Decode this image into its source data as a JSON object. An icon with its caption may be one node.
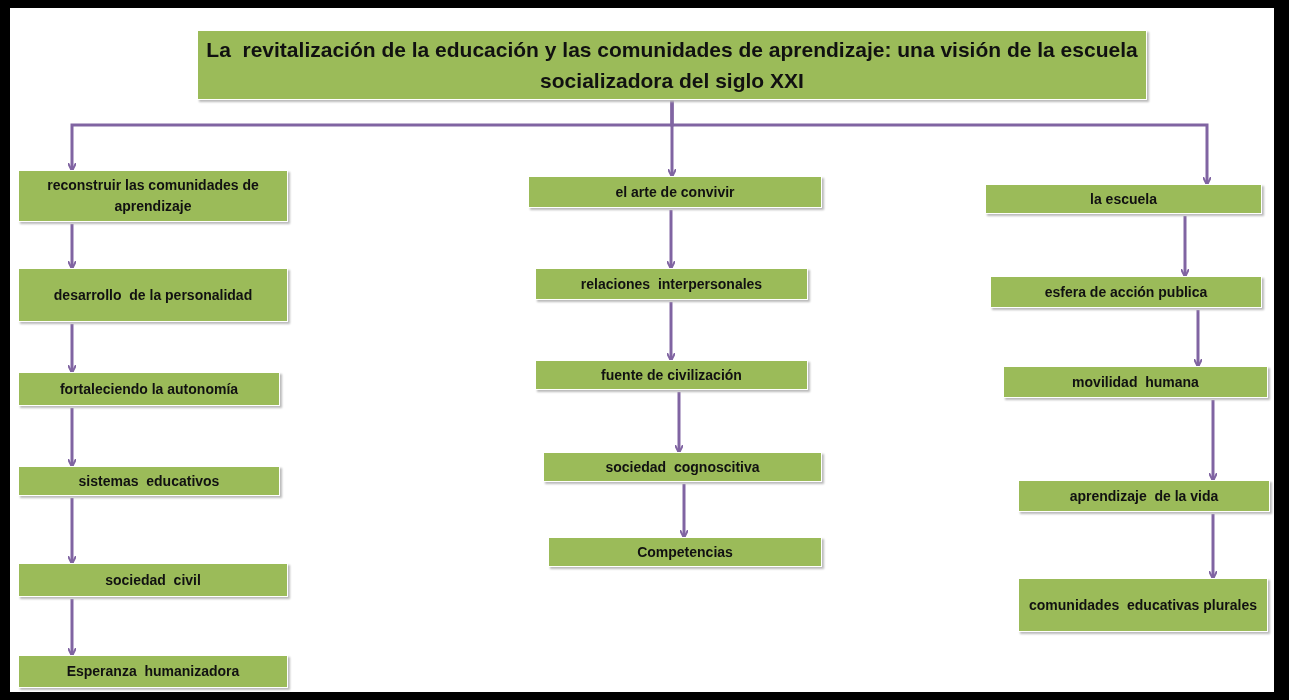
{
  "diagram": {
    "nodes": [
      {
        "text": [
          "La  revitalización de la educación y las comunidades de aprendizaje: una visión de la escuela socializadora del siglo XXI"
        ]
      },
      {
        "text": [
          "reconstruir las comunidades de aprendizaje"
        ]
      },
      {
        "text": [
          "desarrollo  de la personalidad"
        ]
      },
      {
        "text": [
          "fortaleciendo la autonomía"
        ]
      },
      {
        "text": [
          "sistemas  educativos"
        ]
      },
      {
        "text": [
          "sociedad  civil"
        ]
      },
      {
        "text": [
          "Esperanza  humanizadora"
        ]
      },
      {
        "text": [
          "el arte de convivir"
        ]
      },
      {
        "text": [
          "relaciones  interpersonales"
        ]
      },
      {
        "text": [
          "fuente de civilización"
        ]
      },
      {
        "text": [
          "sociedad  cognoscitiva"
        ]
      },
      {
        "text": [
          "Competencias"
        ]
      },
      {
        "text": [
          "la escuela"
        ]
      },
      {
        "text": [
          "esfera de acción publica"
        ]
      },
      {
        "text": [
          "movilidad  humana"
        ]
      },
      {
        "text": [
          "aprendizaje  de la vida"
        ]
      },
      {
        "text": [
          "comunidades  educativas plurales"
        ]
      }
    ],
    "edges": [
      {
        "from": 0,
        "to": 1,
        "arrow": "to"
      },
      {
        "from": 0,
        "to": 7,
        "arrow": "to"
      },
      {
        "from": 0,
        "to": 12,
        "arrow": "to"
      },
      {
        "from": 1,
        "to": 2,
        "arrow": "to"
      },
      {
        "from": 2,
        "to": 3,
        "arrow": "to"
      },
      {
        "from": 3,
        "to": 4,
        "arrow": "to"
      },
      {
        "from": 4,
        "to": 5,
        "arrow": "to"
      },
      {
        "from": 5,
        "to": 6,
        "arrow": "to"
      },
      {
        "from": 7,
        "to": 8,
        "arrow": "to"
      },
      {
        "from": 8,
        "to": 9,
        "arrow": "to"
      },
      {
        "from": 9,
        "to": 10,
        "arrow": "to"
      },
      {
        "from": 10,
        "to": 11,
        "arrow": "to"
      },
      {
        "from": 12,
        "to": 13,
        "arrow": "to"
      },
      {
        "from": 13,
        "to": 14,
        "arrow": "to"
      },
      {
        "from": 14,
        "to": 15,
        "arrow": "to"
      },
      {
        "from": 15,
        "to": 16,
        "arrow": "to"
      }
    ]
  }
}
